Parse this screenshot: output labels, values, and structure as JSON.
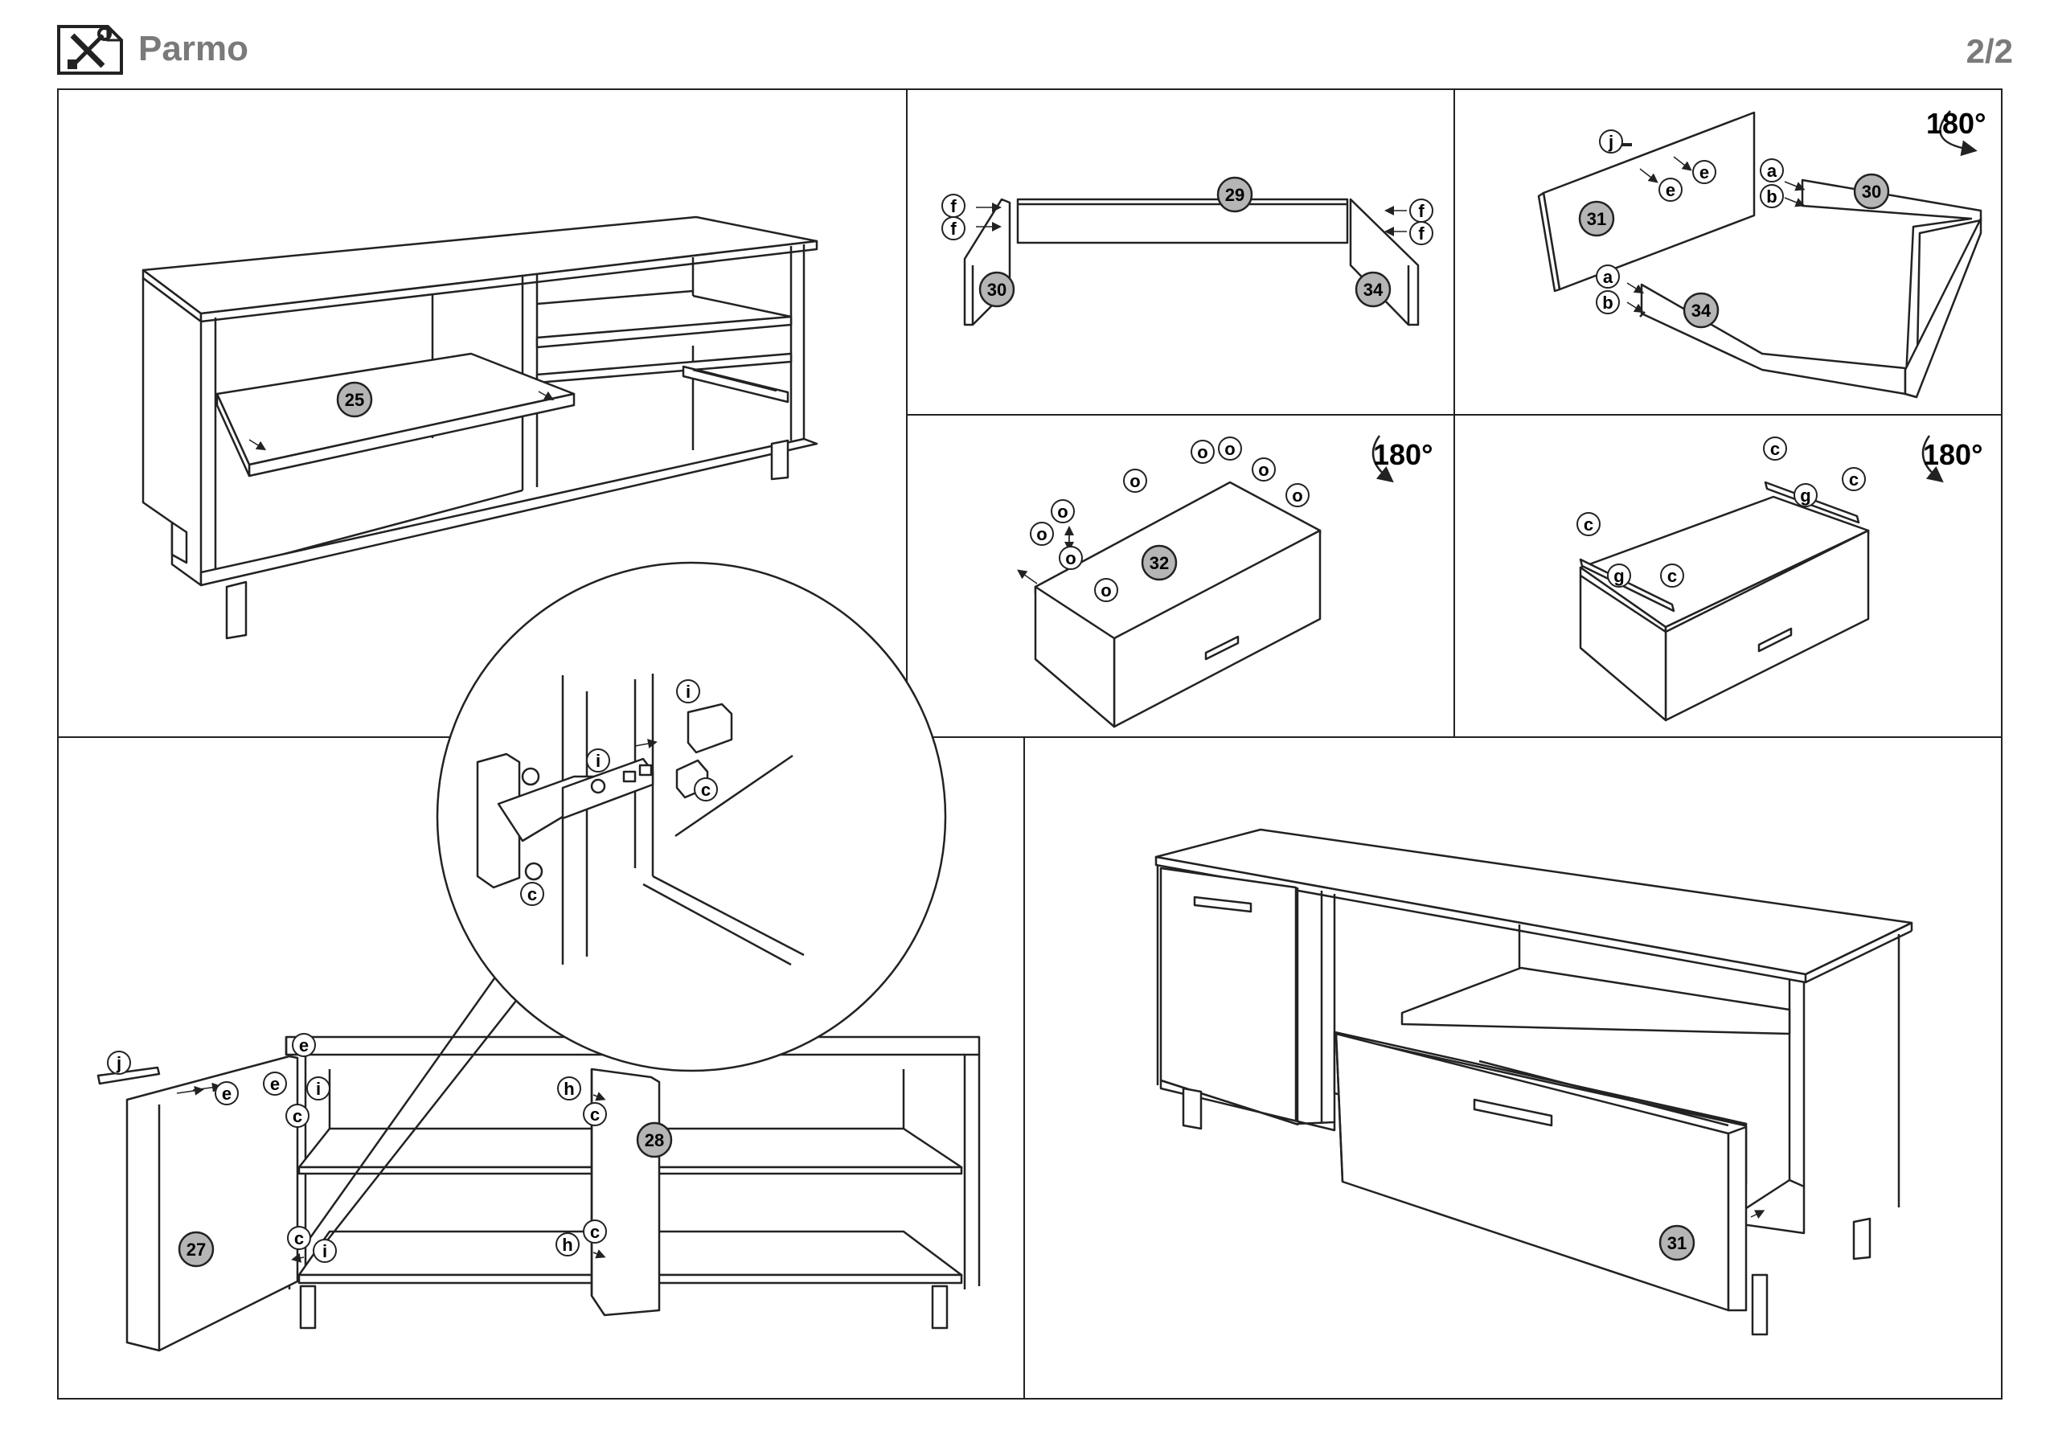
{
  "header": {
    "icon": "tools-icon",
    "title": "Parmo",
    "page": "2/2"
  },
  "steps": [
    {
      "id": "step-shelf",
      "parts": [
        "25"
      ]
    },
    {
      "id": "step-drawer-frame",
      "parts": [
        "29",
        "30",
        "34"
      ],
      "hardware": [
        "f"
      ]
    },
    {
      "id": "step-drawer-box",
      "parts": [
        "31",
        "30",
        "34"
      ],
      "hardware": [
        "j",
        "e",
        "a",
        "b"
      ],
      "rotation": "180°"
    },
    {
      "id": "step-drawer-bottom",
      "parts": [
        "32"
      ],
      "hardware": [
        "o"
      ],
      "rotation": "180°"
    },
    {
      "id": "step-drawer-runners",
      "hardware": [
        "c",
        "g"
      ],
      "rotation": "180°"
    },
    {
      "id": "step-doors",
      "parts": [
        "27",
        "28"
      ],
      "hardware": [
        "j",
        "e",
        "i",
        "c",
        "h"
      ]
    },
    {
      "id": "step-final",
      "parts": [
        "31"
      ]
    }
  ],
  "labels": {
    "p25": "25",
    "p29": "29",
    "p30": "30",
    "p34": "34",
    "p31": "31",
    "p32": "32",
    "p27": "27",
    "p28": "28",
    "a": "a",
    "b": "b",
    "c": "c",
    "e": "e",
    "f": "f",
    "g": "g",
    "h": "h",
    "i": "i",
    "j": "j",
    "o": "o",
    "rot": "180°"
  }
}
